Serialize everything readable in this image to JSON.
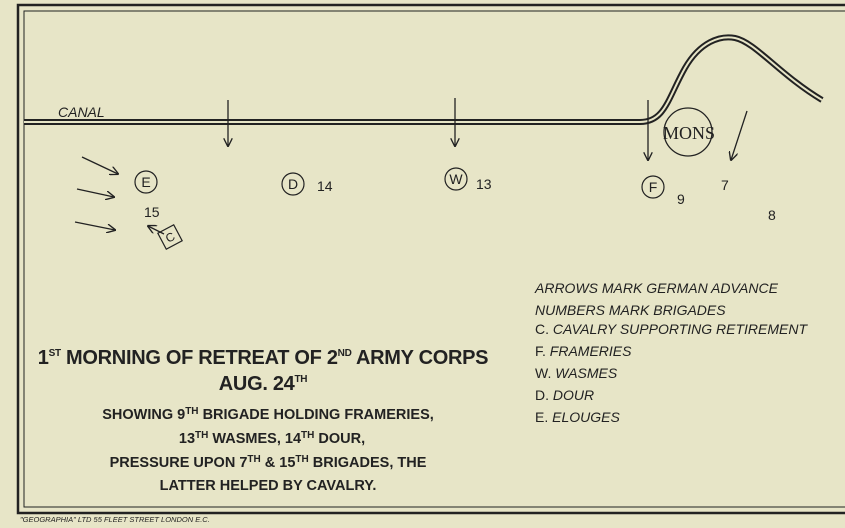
{
  "map": {
    "canal_label": "CANAL",
    "town": "MONS",
    "places": [
      {
        "letter": "E"
      },
      {
        "letter": "D"
      },
      {
        "letter": "W"
      },
      {
        "letter": "F"
      }
    ],
    "cavalry_letter": "C",
    "brigades": [
      "14",
      "13",
      "9",
      "7",
      "8",
      "15"
    ]
  },
  "legend": {
    "line1": "ARROWS MARK GERMAN ADVANCE",
    "line2": "NUMBERS MARK BRIGADES",
    "items": [
      {
        "key": "C.",
        "value": "CAVALRY SUPPORTING RETIREMENT"
      },
      {
        "key": "F.",
        "value": "FRAMERIES"
      },
      {
        "key": "W.",
        "value": "WASMES"
      },
      {
        "key": "D.",
        "value": "DOUR"
      },
      {
        "key": "E.",
        "value": "ELOUGES"
      }
    ]
  },
  "title": {
    "p1": "1",
    "p1_sup": "ST",
    "p2": " MORNING OF RETREAT OF 2",
    "p2_sup": "ND",
    "p3": " ARMY CORPS",
    "date": "AUG. 24",
    "date_sup": "TH"
  },
  "subtitle": {
    "l1a": "SHOWING 9",
    "l1_sup": "TH",
    "l1b": " BRIGADE HOLDING FRAMERIES,",
    "l2a": "13",
    "l2_sup1": "TH",
    "l2b": " WASMES, 14",
    "l2_sup2": "TH",
    "l2c": " DOUR,",
    "l3a": "PRESSURE UPON 7",
    "l3_sup1": "TH",
    "l3b": " & 15",
    "l3_sup2": "TH",
    "l3c": " BRIGADES, THE",
    "l4": "LATTER HELPED BY CAVALRY."
  },
  "imprint": "\"GEOGRAPHIA\" LTD 55 FLEET STREET LONDON E.C.",
  "colors": {
    "paper": "#e7e5c7",
    "ink": "#222222"
  }
}
